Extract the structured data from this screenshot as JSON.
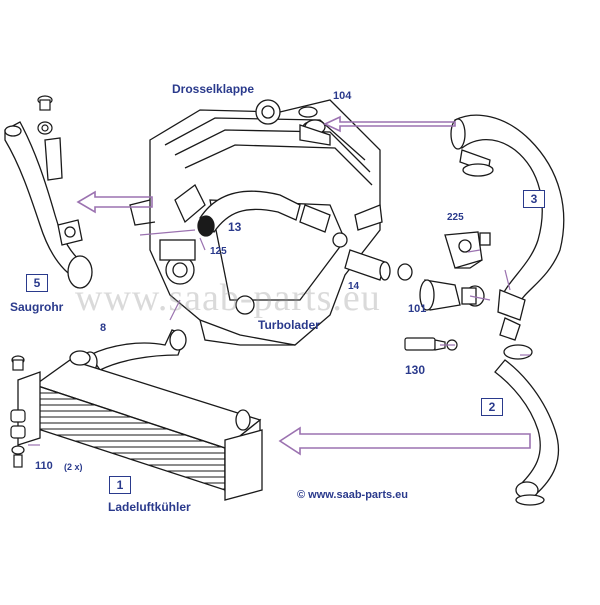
{
  "labels": {
    "drosselklappe": "Drosselklappe",
    "saugrohr": "Saugrohr",
    "turbolader": "Turbolader",
    "ladeluftkuehler": "Ladeluftkühler",
    "copyright": "© www.saab-parts.eu",
    "watermark": "www.saab-parts.eu"
  },
  "part_numbers": {
    "p104": "104",
    "p13": "13",
    "p125": "125",
    "p14": "14",
    "p225": "225",
    "p101": "101",
    "p130": "130",
    "p8": "8",
    "p110": "110",
    "p110_qty": "(2 x)"
  },
  "boxed_numbers": {
    "b1": "1",
    "b2": "2",
    "b3": "3",
    "b5": "5"
  },
  "colors": {
    "label_blue": "#2a3a8c",
    "arrow_purple": "#9b72b0",
    "line_black": "#1a1a1a"
  }
}
